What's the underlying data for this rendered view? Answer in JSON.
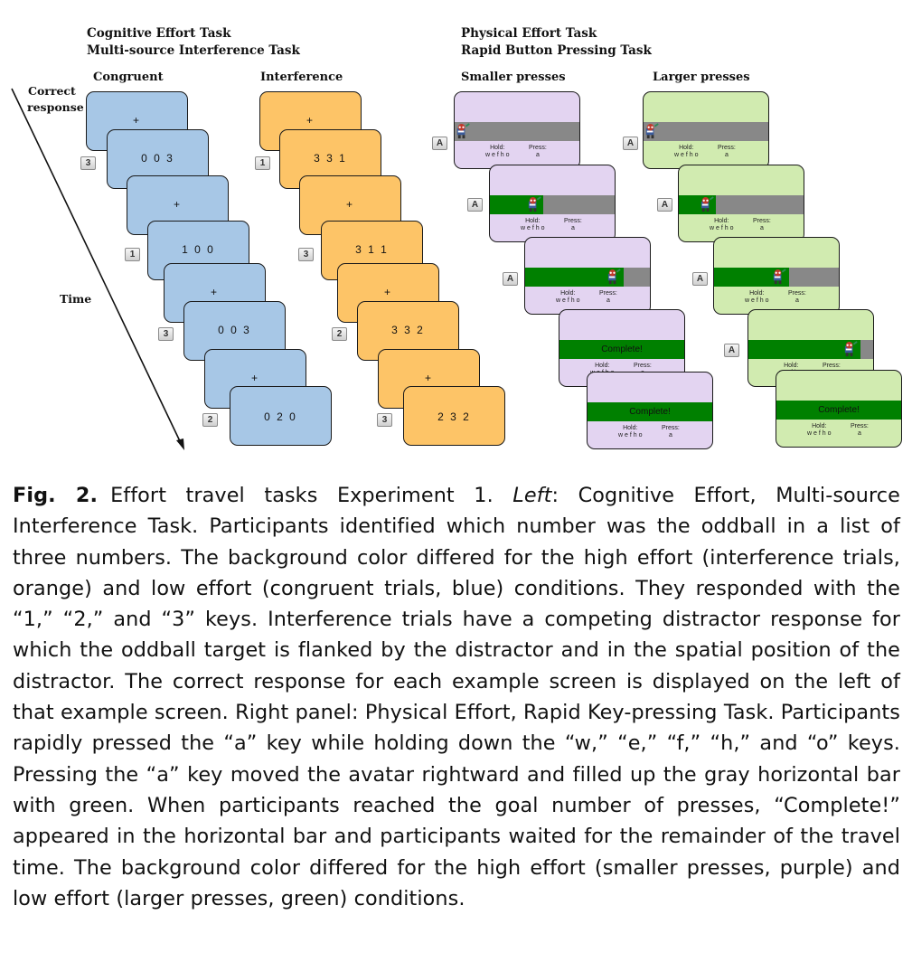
{
  "headers": {
    "cognitive_line1": "Cognitive Effort Task",
    "cognitive_line2": "Multi-source Interference Task",
    "physical_line1": "Physical Effort Task",
    "physical_line2": "Rapid Button Pressing Task"
  },
  "subheaders": {
    "congruent": "Congruent",
    "interference": "Interference",
    "smaller": "Smaller presses",
    "larger": "Larger presses"
  },
  "axis": {
    "correct_response_line1": "Correct",
    "correct_response_line2": "response",
    "time": "Time"
  },
  "colors": {
    "congruent": "#a7c7e6",
    "interference": "#fdc467",
    "smaller": "#e3d4f1",
    "larger": "#d1ebb0",
    "bar_fill": "#008000",
    "bar_empty": "#888888"
  },
  "congruent_screens": [
    {
      "text": "+",
      "key": ""
    },
    {
      "text": "0 0 3",
      "key": "3"
    },
    {
      "text": "+",
      "key": ""
    },
    {
      "text": "1 0 0",
      "key": "1"
    },
    {
      "text": "+",
      "key": ""
    },
    {
      "text": "0 0 3",
      "key": "3"
    },
    {
      "text": "+",
      "key": ""
    },
    {
      "text": "0 2 0",
      "key": "2"
    }
  ],
  "interference_screens": [
    {
      "text": "+",
      "key": ""
    },
    {
      "text": "3 3 1",
      "key": "1"
    },
    {
      "text": "+",
      "key": ""
    },
    {
      "text": "3 1 1",
      "key": "3"
    },
    {
      "text": "+",
      "key": ""
    },
    {
      "text": "3 3 2",
      "key": "2"
    },
    {
      "text": "+",
      "key": ""
    },
    {
      "text": "2 3 2",
      "key": "3"
    }
  ],
  "press_labels": {
    "hold": "Hold:",
    "hold_keys": "w e f h o",
    "press": "Press:",
    "press_key": "a",
    "key": "A",
    "complete": "Complete!"
  },
  "smaller_screens": [
    {
      "progress": 0.0,
      "complete": false
    },
    {
      "progress": 0.43,
      "complete": false
    },
    {
      "progress": 0.79,
      "complete": false
    },
    {
      "progress": 1.0,
      "complete": true
    },
    {
      "progress": 1.0,
      "complete": true
    }
  ],
  "larger_screens": [
    {
      "progress": 0.0,
      "complete": false
    },
    {
      "progress": 0.3,
      "complete": false
    },
    {
      "progress": 0.6,
      "complete": false
    },
    {
      "progress": 0.9,
      "complete": false
    },
    {
      "progress": 1.0,
      "complete": true
    }
  ],
  "caption": {
    "label": "Fig. 2.",
    "text_before_left": "Effort travel tasks Experiment 1. ",
    "left_italic": "Left",
    "text": ": Cognitive Effort, Multi-source Interference Task. Participants identified which number was the oddball in a list of three numbers. The background color differed for the high effort (interference trials, orange) and low effort (congruent trials, blue) conditions. They responded with the “1,” “2,” and “3” keys. Interference trials have a competing distractor response for which the oddball target is flanked by the distractor and in the spatial position of the distractor. The correct response for each example screen is displayed on the left of that example screen. Right panel: Physical Effort, Rapid Key-pressing Task. Participants rapidly pressed the “a” key while holding down the “w,” “e,” “f,” “h,” and “o” keys. Pressing the “a” key moved the avatar rightward and filled up the gray horizontal bar with green. When participants reached the goal number of presses, “Complete!” appeared in the horizontal bar and participants waited for the remainder of the travel time. The background color differed for the high effort (smaller presses, purple) and low effort (larger presses, green) conditions."
  }
}
